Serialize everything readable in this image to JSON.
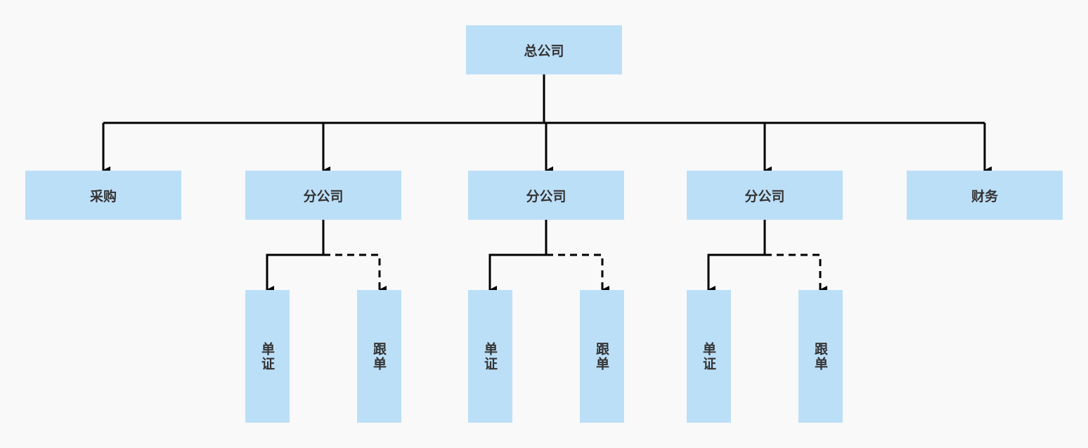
{
  "diagram": {
    "root": {
      "label": "总公司"
    },
    "level1": {
      "purchase": {
        "label": "采购"
      },
      "branches": [
        {
          "label": "分公司",
          "children": {
            "doc": "单证",
            "follow": "跟单"
          }
        },
        {
          "label": "分公司",
          "children": {
            "doc": "单证",
            "follow": "跟单"
          }
        },
        {
          "label": "分公司",
          "children": {
            "doc": "单证",
            "follow": "跟单"
          }
        }
      ],
      "finance": {
        "label": "财务"
      }
    },
    "edge_styles": {
      "solid": "parent-to-child",
      "dashed": "branch-to-follow"
    },
    "colors": {
      "node_fill": "#bcdff8",
      "line": "#000000",
      "background": "#f9f9f9",
      "text": "#333333"
    }
  }
}
